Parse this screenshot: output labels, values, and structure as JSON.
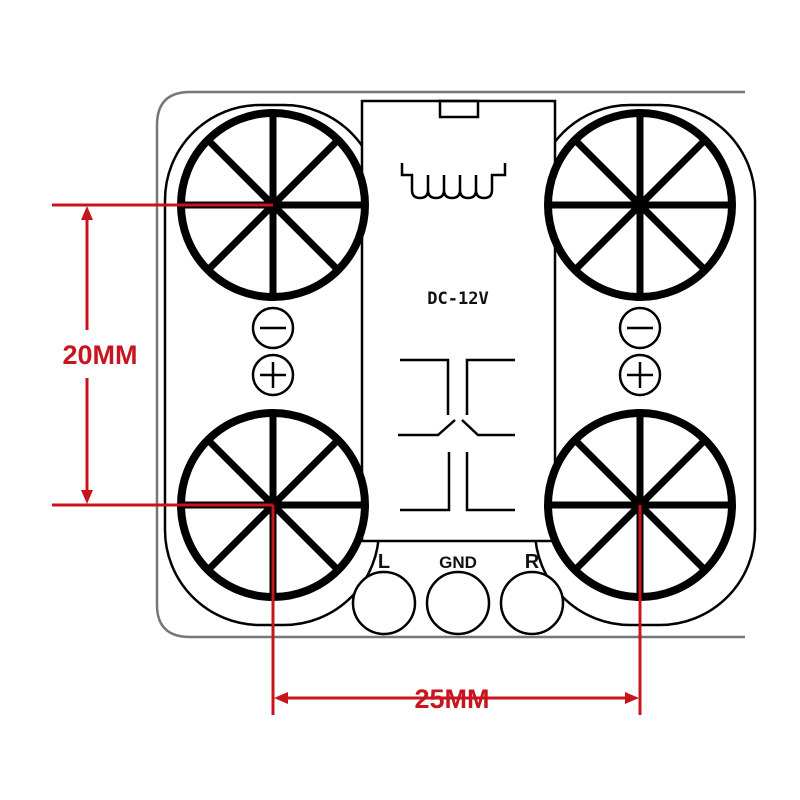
{
  "board": {
    "voltage_label": "DC-12V",
    "terminals": [
      "L",
      "GND",
      "R"
    ],
    "polarity": {
      "minus": "−",
      "plus": "+"
    }
  },
  "dimensions": {
    "vertical_spacing": "20MM",
    "horizontal_spacing": "25MM"
  },
  "colors": {
    "dimension": "#c8141e",
    "outline": "#000000"
  }
}
